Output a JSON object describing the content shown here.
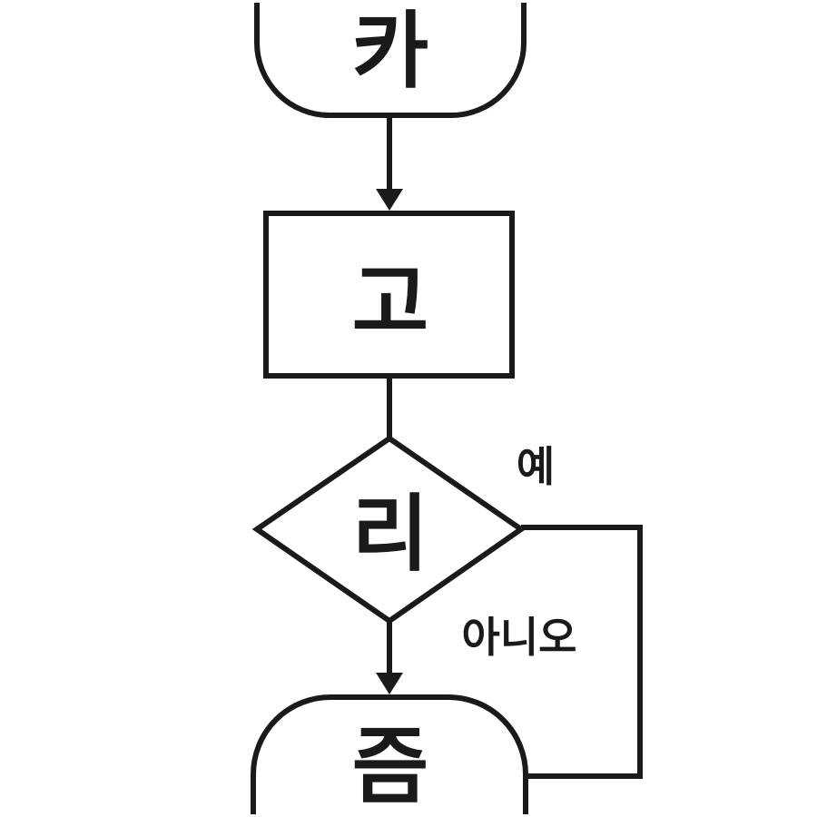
{
  "nodes": {
    "start": "카",
    "process": "고",
    "decision": "리",
    "end": "즘"
  },
  "edges": {
    "yes_label": "예",
    "no_label": "아니오"
  },
  "colors": {
    "stroke": "#1a1a1a",
    "background": "#ffffff"
  }
}
